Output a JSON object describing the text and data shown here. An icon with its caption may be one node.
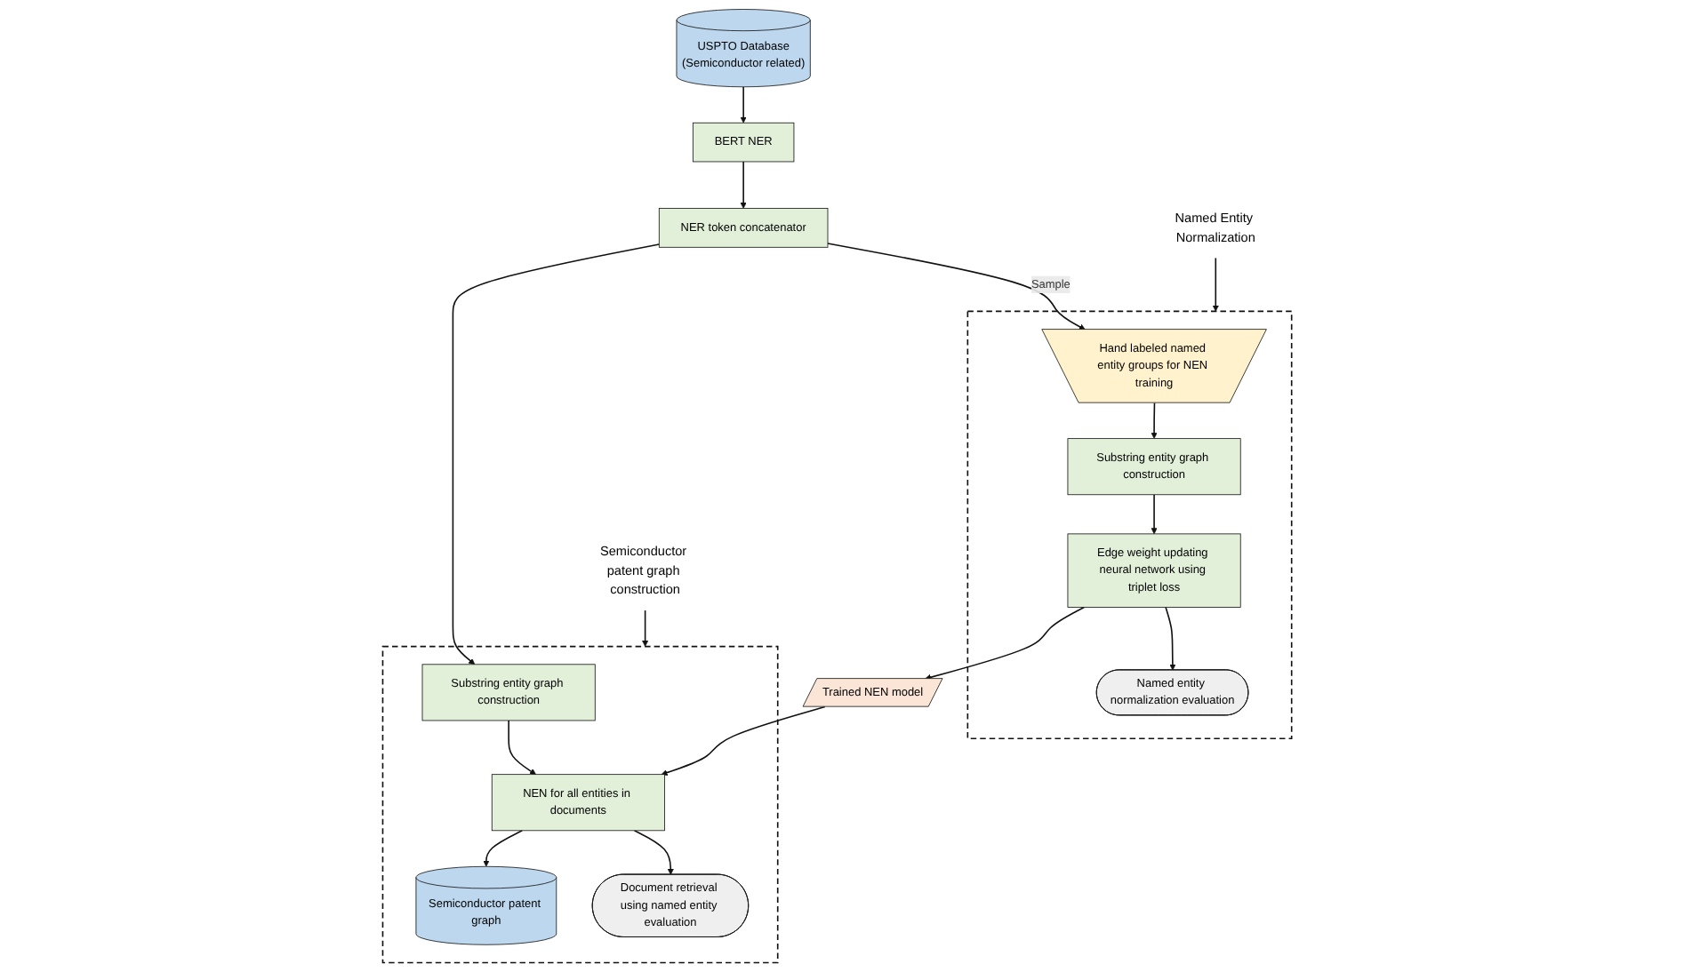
{
  "diagram": {
    "nodes": [
      {
        "text": [
          "USPTO Database",
          "(Semiconductor related)"
        ]
      },
      {
        "text": [
          "BERT NER"
        ]
      },
      {
        "text": [
          "NER token concatenator"
        ]
      },
      {
        "text": [
          "Named Entity Normalization"
        ]
      },
      {
        "text": [],
        "shape": "box"
      },
      {
        "text": [
          "Hand labeled named entity groups for NEN training"
        ],
        "in": 4
      },
      {
        "text": [
          "Substring entity graph construction"
        ],
        "in": 4
      },
      {
        "text": [
          "Edge weight updating neural network using triplet loss"
        ],
        "in": 4
      },
      {
        "text": [
          "Named entity normalization evaluation"
        ],
        "in": 4
      },
      {
        "text": [
          "Trained NEN model"
        ]
      },
      {
        "text": [
          "Semiconductor patent graph construction"
        ]
      },
      {
        "text": [],
        "shape": "box"
      },
      {
        "text": [
          "Substring entity graph construction"
        ],
        "in": 11
      },
      {
        "text": [
          "NEN for all entities in documents"
        ],
        "in": 11
      },
      {
        "text": [
          "Document retrieval using named entity evaluation"
        ],
        "in": 11
      },
      {
        "text": [
          "Semiconductor patent graph"
        ],
        "in": 11
      }
    ],
    "edges": [
      {
        "from": 0,
        "to": 1,
        "arrow": "to"
      },
      {
        "from": 1,
        "to": 2,
        "arrow": "to"
      },
      {
        "from": 2,
        "to": 5,
        "arrow": "to",
        "label": "Sample"
      },
      {
        "from": 5,
        "to": 6,
        "arrow": "to"
      },
      {
        "from": 6,
        "to": 7,
        "arrow": "to"
      },
      {
        "from": 7,
        "to": 8,
        "arrow": "to"
      },
      {
        "from": 3,
        "to": 4,
        "arrow": "to"
      },
      {
        "from": 7,
        "to": 9,
        "arrow": "to"
      },
      {
        "from": 9,
        "to": 13,
        "arrow": "to"
      },
      {
        "from": 2,
        "to": 12,
        "arrow": "to"
      },
      {
        "from": 12,
        "to": 13,
        "arrow": "to"
      },
      {
        "from": 13,
        "to": 14,
        "arrow": "to"
      },
      {
        "from": 13,
        "to": 15,
        "arrow": "to"
      },
      {
        "from": 10,
        "to": 11,
        "arrow": "to"
      }
    ]
  }
}
